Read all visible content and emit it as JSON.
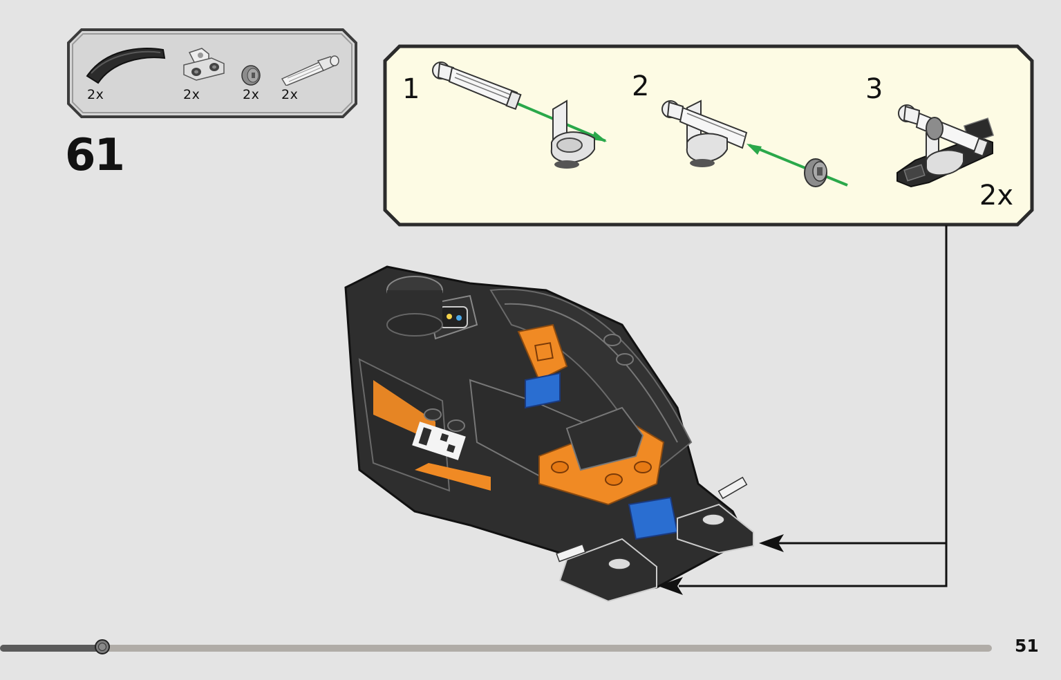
{
  "step": {
    "number": "61"
  },
  "parts": [
    {
      "name": "curved-slope",
      "qty": "2x",
      "color": "#2b2b2b"
    },
    {
      "name": "bracket-with-pin-holes",
      "qty": "2x",
      "color": "#d9d9d9"
    },
    {
      "name": "bush",
      "qty": "2x",
      "color": "#8c8c8c"
    },
    {
      "name": "axle-pin",
      "qty": "2x",
      "color": "#e9e9e9"
    }
  ],
  "callout": {
    "background": "#fdfbe4",
    "sub_steps": [
      {
        "number": "1"
      },
      {
        "number": "2"
      },
      {
        "number": "3"
      }
    ],
    "multiplier": "2x"
  },
  "colors": {
    "arrow_green": "#2aa84a",
    "model_black": "#2e2e2e",
    "model_orange": "#f08a24",
    "model_blue": "#2a6ed1"
  },
  "progress": {
    "fraction": 0.103
  },
  "page": {
    "number": "51"
  }
}
